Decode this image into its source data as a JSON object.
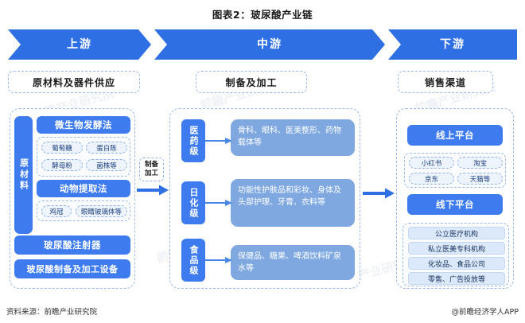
{
  "title": "图表2：玻尿酸产业链",
  "banner": {
    "segments": [
      {
        "label": "上游"
      },
      {
        "label": "中游"
      },
      {
        "label": "下游"
      }
    ]
  },
  "sections": {
    "upstream_head": "原材料及器件供应",
    "midstream_head": "制备及加工",
    "downstream_head": "销售渠道"
  },
  "upstream": {
    "vertical_label": "原材料",
    "ferment": {
      "label": "微生物发酵法",
      "tags": [
        "葡萄糖",
        "蛋白陈",
        "酵母粉",
        "菌株等"
      ]
    },
    "animal": {
      "label": "动物提取法",
      "tags": [
        "鸡冠",
        "眼睛玻璃体等"
      ]
    },
    "injector": "玻尿酸注射器",
    "equipment": "玻尿酸制备及加工设备"
  },
  "connector": {
    "process_label_line1": "制备",
    "process_label_line2": "加工"
  },
  "midstream": {
    "grades": [
      {
        "label": "医药级",
        "desc": "骨科、眼科、医美整形、药物载体等"
      },
      {
        "label": "日化级",
        "desc": "功能性护肤品和彩妆、身体及头部护理、牙膏、衣料等"
      },
      {
        "label": "食品级",
        "desc": "保健品、糖果、啤酒饮料矿泉水等"
      }
    ]
  },
  "downstream": {
    "online": {
      "label": "线上平台",
      "tags": [
        "小红书",
        "淘宝",
        "京东",
        "天猫等"
      ]
    },
    "offline": {
      "label": "线下平台",
      "items": [
        "公立医疗机构",
        "私立医美专科机构",
        "化妆品、食品公司",
        "零售、广告投放等"
      ]
    }
  },
  "footer": {
    "source": "资料来源：前瞻产业研究院",
    "brand": "@前瞻经济学人APP"
  },
  "watermarks": [
    "前瞻产业研究院",
    "前瞻产业研究院",
    "前瞻产业研究院",
    "前瞻产业研究院",
    "前瞻产业研究院"
  ],
  "colors": {
    "primary_blue": "#3d7bef",
    "banner_blue": "#2f6fe4",
    "desc_blue": "#7fa8e0",
    "dash_border": "#9cb9e8",
    "tag_fill": "#eef4fe",
    "offitem_fill": "#dce9fa"
  }
}
